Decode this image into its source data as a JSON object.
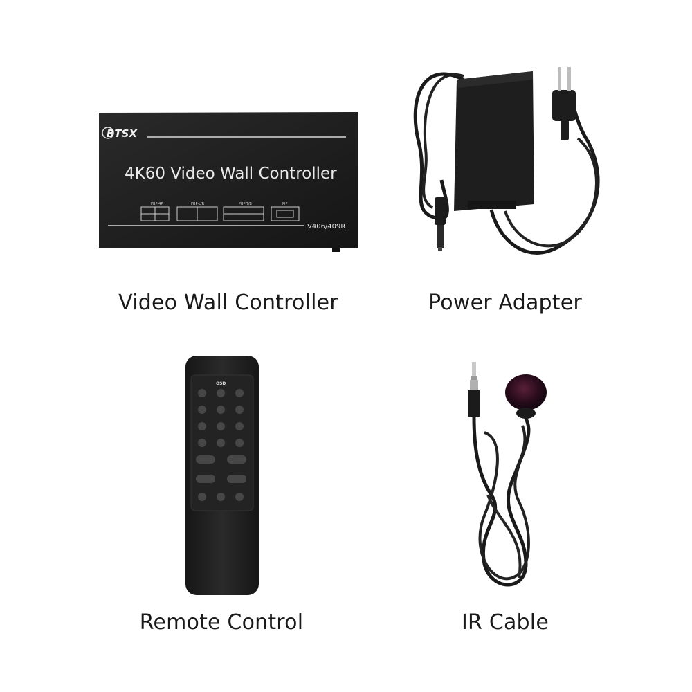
{
  "items": [
    {
      "caption": "Video Wall Controller",
      "icon": "video-wall-controller"
    },
    {
      "caption": "Power Adapter",
      "icon": "power-adapter"
    },
    {
      "caption": "Remote Control",
      "icon": "remote-control"
    },
    {
      "caption": "IR Cable",
      "icon": "ir-cable"
    }
  ],
  "controller": {
    "brand": "BTSX",
    "title": "4K60 Video Wall Controller",
    "model": "V406/409R",
    "mode_labels": [
      "PBP-4P",
      "PBP-L/R",
      "PBP-T/B",
      "PIP"
    ]
  },
  "remote": {
    "osd_label": "OSD"
  },
  "colors": {
    "background": "#ffffff",
    "device_body": "#1e1e1e",
    "caption_text": "#1a1a1a"
  }
}
